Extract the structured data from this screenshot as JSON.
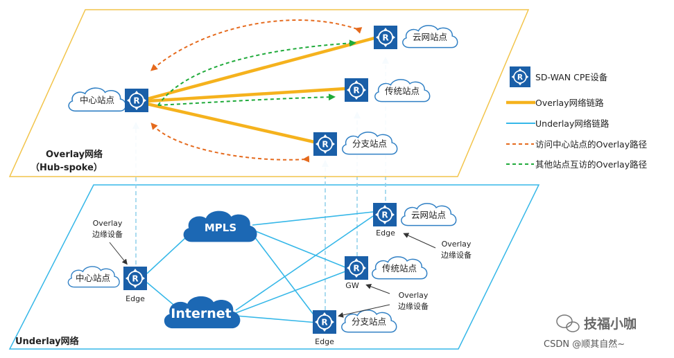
{
  "overlay": {
    "title": "Overlay网络",
    "subtitle": "（Hub-spoke）",
    "center_site": "中心站点",
    "cloud_site": "云网站点",
    "traditional_site": "传统站点",
    "branch_site": "分支站点"
  },
  "underlay": {
    "title": "Underlay网络",
    "mpls": "MPLS",
    "internet": "Internet",
    "center_site": "中心站点",
    "cloud_site": "云网站点",
    "traditional_site": "传统站点",
    "branch_site": "分支站点",
    "edge_label": "Edge",
    "gw_label": "GW",
    "callout_overlay": "Overlay",
    "callout_device": "边缘设备"
  },
  "legend": {
    "cpe": "SD-WAN CPE设备",
    "overlay_link": "Overlay网络链路",
    "underlay_link": "Underlay网络链路",
    "access_center_path": "访问中心站点的Overlay路径",
    "site_mutual_path": "其他站点互访的Overlay路径"
  },
  "watermark": {
    "brand": "技福小咖",
    "credit": "CSDN @顺其自然~"
  },
  "colors": {
    "overlay_plane_border": "#f2c44a",
    "underlay_plane_border": "#35b7e8",
    "router_fill": "#1a5fa8",
    "overlay_link": "#f5b21d",
    "underlay_link": "#35b7e8",
    "access_center_path": "#e56a1d",
    "site_mutual_path": "#1faa3a",
    "cloud_shape_fill": "#1c68b4"
  }
}
